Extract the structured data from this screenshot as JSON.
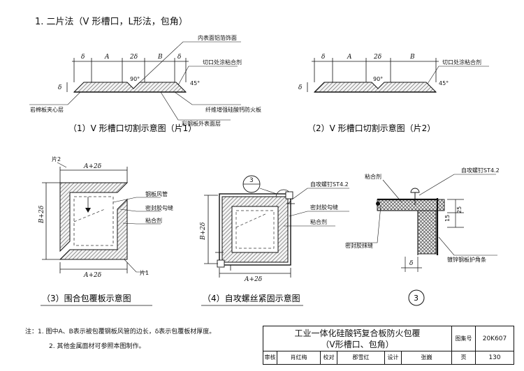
{
  "heading": "1. 二片法（V 形槽口，L形法，包角）",
  "fig1": {
    "dims": [
      "δ",
      "A",
      "2δ",
      "B",
      "δ"
    ],
    "thickness": "δ",
    "angle": "90°",
    "angle45": "45°",
    "labels": {
      "inner_foil": "内表面铝箔饰面",
      "cut_glue": "切口处涂粘合剂",
      "core": "岩棉板夹心层",
      "fiber_board": "纤维增强硅酸钙防火板",
      "steel_outer": "彩钢板外表面层"
    },
    "caption": "（1）V 形槽口切割示意图（片1）"
  },
  "fig2": {
    "dims": [
      "δ",
      "A",
      "2δ",
      "B"
    ],
    "thickness": "δ",
    "angle": "90°",
    "angle45": "45°",
    "cut_glue": "切口处涂粘合剂",
    "caption": "（2）V 形槽口切割示意图（片2）"
  },
  "fig3": {
    "piece2": "片2",
    "piece1": "片1",
    "top_dim": "A+2δ",
    "bottom_dim": "A+2δ",
    "side_dim": "B+2δ",
    "labels": {
      "duct": "钢板风管",
      "sealant": "密封胶勾缝",
      "adhesive": "粘合剂"
    },
    "caption": "（3）围合包覆板示意图"
  },
  "fig4": {
    "marker": "3",
    "screw": "自攻螺钉ST4.2",
    "sealant": "密封胶勾缝",
    "adhesive": "粘合剂",
    "bottom_dim": "A+2δ",
    "side_dim": "B+2δ",
    "caption": "（4）自攻螺丝紧固示意图"
  },
  "fig5": {
    "adhesive": "粘合剂",
    "screw": "自攻螺钉ST4.2",
    "dim15": "15",
    "dim25": "25",
    "delta": "δ",
    "sealant_joint": "密封胶抹缝",
    "corner_strip": "镀锌钢板护角条",
    "number": "3"
  },
  "notes": [
    "注：1. 图中A、B表示被包覆钢板风管的边长，δ表示包覆板材厚度。",
    "2. 其他金属面材可参照本图制作。"
  ],
  "title_block": {
    "title_line1": "工业一体化硅酸钙复合板防火包覆",
    "title_line2": "（V形槽口、包角）",
    "atlas_label": "图集号",
    "atlas_no": "20K607",
    "page_label": "页",
    "page_no": "130",
    "row": [
      "审核",
      "肖红梅",
      "校对",
      "郡雪红",
      "设计",
      "张巍"
    ]
  }
}
